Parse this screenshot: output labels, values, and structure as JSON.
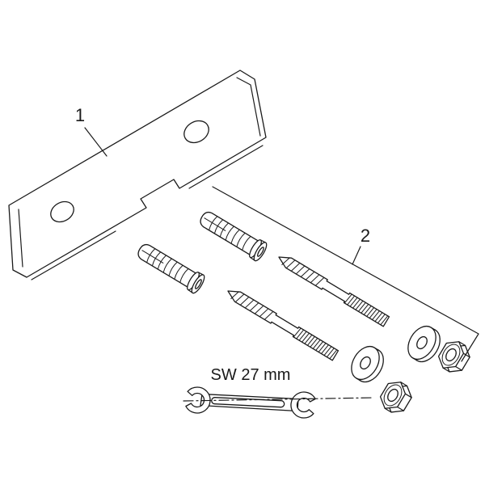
{
  "page": {
    "background_color": "#ffffff",
    "line_color": "#1a1a1a"
  },
  "figure": {
    "kind": "installation-parts-diagram",
    "callouts": {
      "plate_label": "1",
      "hardware_label": "2",
      "wrench_size_label": "SW 27 mm"
    },
    "parts": [
      {
        "name": "mounting-plate",
        "callout": "1",
        "quantity": 1
      },
      {
        "name": "wall-anchor",
        "callout": "2",
        "quantity": 2
      },
      {
        "name": "hanger-bolt-screw",
        "callout": "2",
        "quantity": 2
      },
      {
        "name": "washer",
        "callout": "2",
        "quantity": 2
      },
      {
        "name": "hex-nut",
        "callout": "2",
        "quantity": 2
      },
      {
        "name": "open-end-wrench",
        "size_label": "SW 27 mm",
        "quantity": 1
      }
    ]
  }
}
